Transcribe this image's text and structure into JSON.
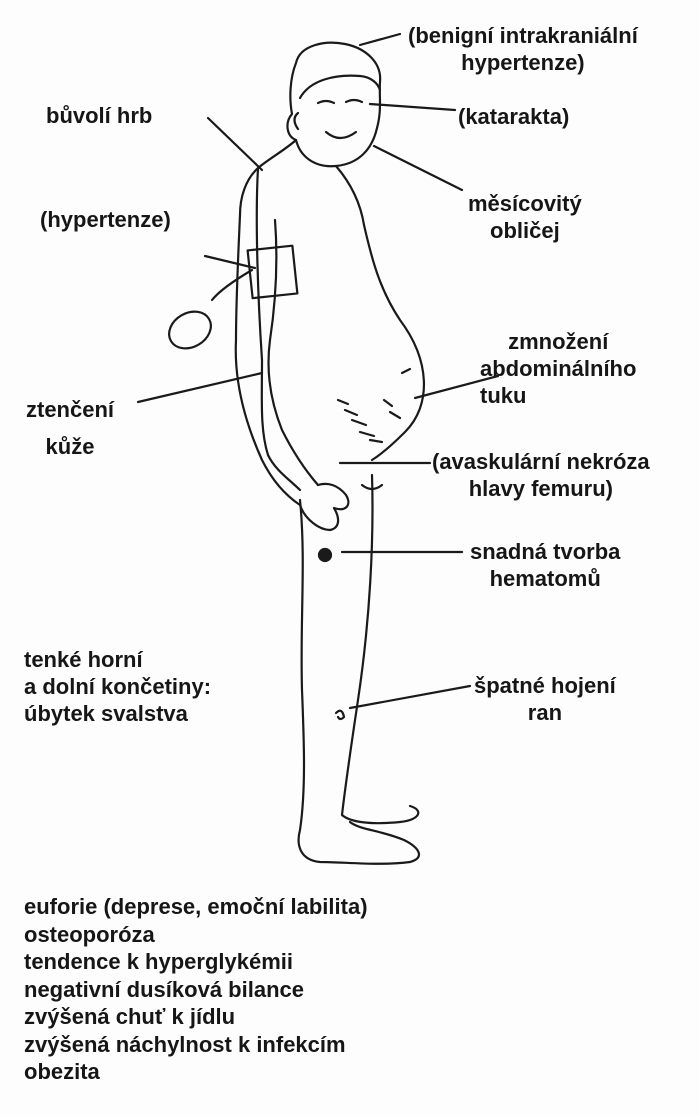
{
  "labels": {
    "intracranial": [
      "(benigní intrakraniální",
      "hypertenze)"
    ],
    "buffalo_hump": "bůvolí hrb",
    "cataract": "(katarakta)",
    "moon_face": [
      "měsícovitý",
      "obličej"
    ],
    "hypertension": "(hypertenze)",
    "abdominal_fat": [
      "zmnožení",
      "abdominálního",
      "tuku"
    ],
    "thin_skin": [
      "ztenčení",
      "kůže"
    ],
    "femur_necrosis": [
      "(avaskulární nekróza",
      "hlavy femuru)"
    ],
    "hematoma": [
      "snadná tvorba",
      "hematomů"
    ],
    "limbs": [
      "tenké horní",
      "a dolní končetiny:",
      "úbytek svalstva"
    ],
    "wound_healing": [
      "špatné hojení",
      "ran"
    ]
  },
  "bottom_list": [
    "euforie (deprese, emoční labilita)",
    "osteoporóza",
    "tendence k hyperglykémii",
    "negativní dusíková bilance",
    "zvýšená chuť k jídlu",
    "zvýšená náchylnost k infekcím",
    "obezita"
  ]
}
